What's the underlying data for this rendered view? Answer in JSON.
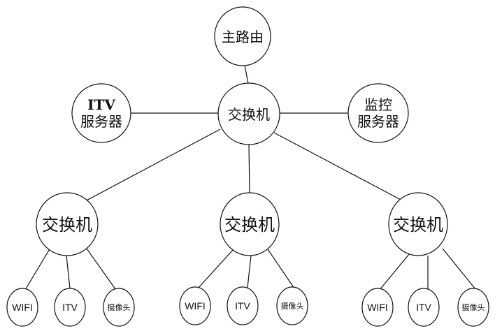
{
  "nodes": {
    "router": "主路由",
    "core_switch": "交换机",
    "itv_server": {
      "line1": "ITV",
      "line2": "服务器"
    },
    "monitor_server": {
      "line1": "监控",
      "line2": "服务器"
    },
    "switches": [
      "交换机",
      "交换机",
      "交换机"
    ],
    "leaves": [
      [
        "WIFI",
        "ITV",
        "摄像头"
      ],
      [
        "WIFI",
        "ITV",
        "摄像头"
      ],
      [
        "WIFI",
        "ITV",
        "摄像头"
      ]
    ]
  }
}
